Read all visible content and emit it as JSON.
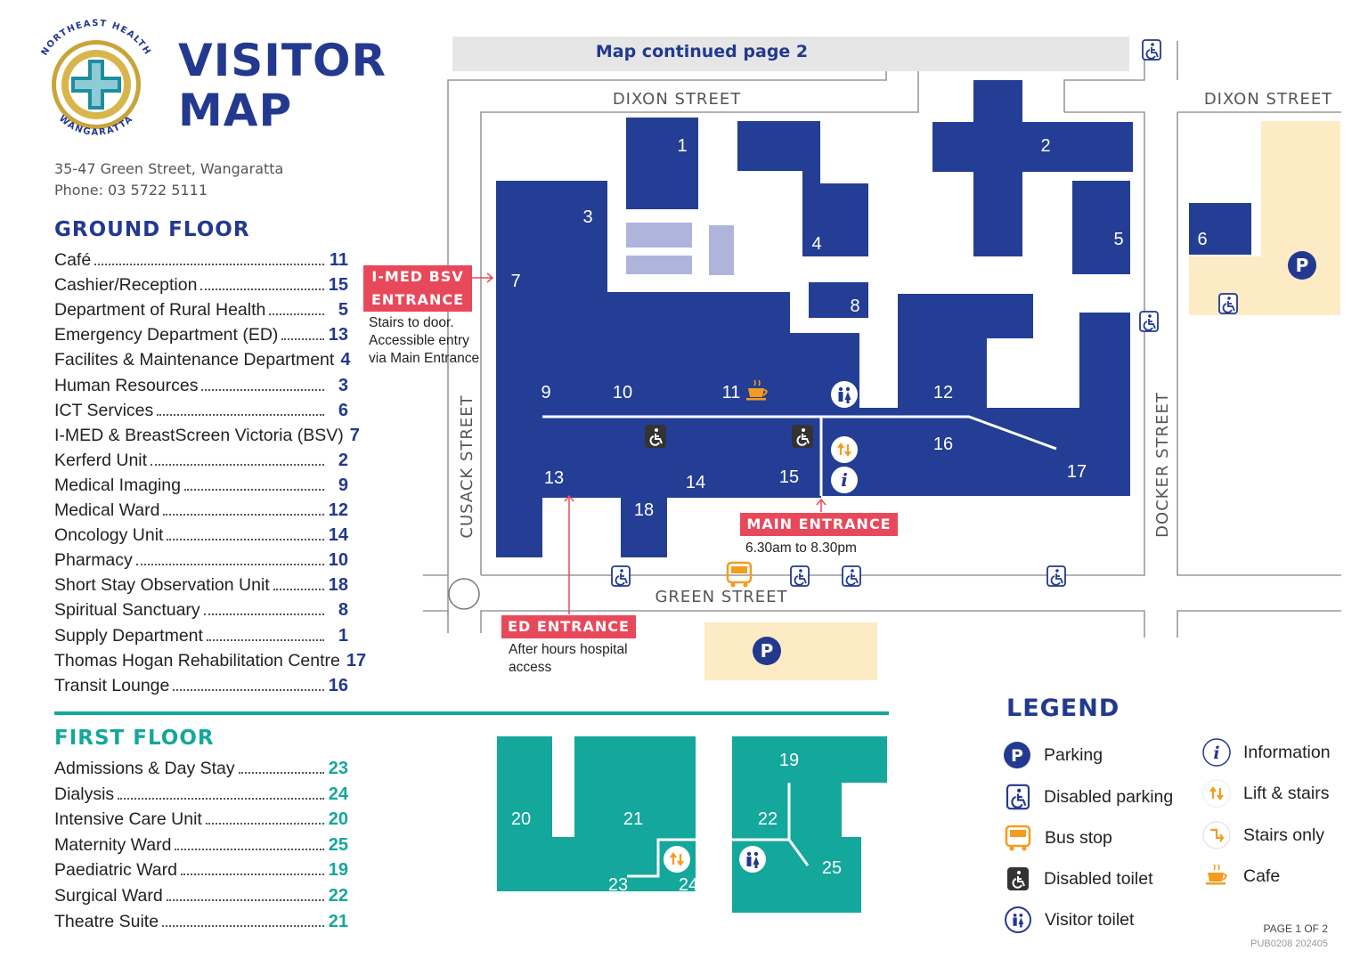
{
  "header": {
    "title_line1": "VISITOR",
    "title_line2": "MAP",
    "logo_text_top": "NORTHEAST HEALTH",
    "logo_text_bottom": "WANGARATTA",
    "address": "35-47 Green Street, Wangaratta",
    "phone": "Phone: 03 5722 5111"
  },
  "ground_floor": {
    "heading": "GROUND FLOOR",
    "items": [
      {
        "name": "Café",
        "number": "11"
      },
      {
        "name": "Cashier/Reception",
        "number": "15"
      },
      {
        "name": "Department of Rural Health",
        "number": "5"
      },
      {
        "name": "Emergency Department (ED)",
        "number": "13"
      },
      {
        "name": "Facilites & Maintenance Department",
        "number": "4"
      },
      {
        "name": "Human Resources",
        "number": "3"
      },
      {
        "name": "ICT Services",
        "number": "6"
      },
      {
        "name": "I-MED & BreastScreen Victoria (BSV)",
        "number": "7"
      },
      {
        "name": "Kerferd Unit",
        "number": "2"
      },
      {
        "name": "Medical Imaging",
        "number": "9"
      },
      {
        "name": "Medical Ward",
        "number": "12"
      },
      {
        "name": "Oncology Unit",
        "number": "14"
      },
      {
        "name": "Pharmacy",
        "number": "10"
      },
      {
        "name": "Short Stay Observation Unit",
        "number": "18"
      },
      {
        "name": "Spiritual Sanctuary",
        "number": "8"
      },
      {
        "name": "Supply Department",
        "number": "1"
      },
      {
        "name": "Thomas Hogan Rehabilitation Centre",
        "number": "17"
      },
      {
        "name": "Transit Lounge",
        "number": "16"
      }
    ]
  },
  "first_floor": {
    "heading": "FIRST FLOOR",
    "items": [
      {
        "name": "Admissions & Day Stay",
        "number": "23"
      },
      {
        "name": "Dialysis",
        "number": "24"
      },
      {
        "name": "Intensive Care Unit",
        "number": "20"
      },
      {
        "name": "Maternity Ward",
        "number": "25"
      },
      {
        "name": "Paediatric Ward",
        "number": "19"
      },
      {
        "name": "Surgical Ward",
        "number": "22"
      },
      {
        "name": "Theatre Suite",
        "number": "21"
      }
    ]
  },
  "map": {
    "continued": "Map continued page 2",
    "streets": {
      "dixon_left": "DIXON STREET",
      "dixon_right": "DIXON STREET",
      "cusack": "CUSACK STREET",
      "docker": "DOCKER STREET",
      "green": "GREEN STREET"
    },
    "building_numbers": [
      "1",
      "2",
      "3",
      "4",
      "5",
      "6",
      "7",
      "8",
      "9",
      "10",
      "11",
      "12",
      "13",
      "14",
      "15",
      "16",
      "17",
      "18"
    ],
    "first_floor_numbers": [
      "19",
      "20",
      "21",
      "22",
      "23",
      "24",
      "25"
    ],
    "imed_entrance": {
      "line1": "I-MED  BSV",
      "line2": "ENTRANCE",
      "note": [
        "Stairs to door.",
        "Accessible entry",
        "via Main Entrance"
      ]
    },
    "main_entrance": {
      "label": "MAIN ENTRANCE",
      "hours": "6.30am to 8.30pm"
    },
    "ed_entrance": {
      "label": "ED ENTRANCE",
      "note": [
        "After hours hospital",
        "access"
      ]
    }
  },
  "legend": {
    "title": "LEGEND",
    "items": [
      {
        "label": "Parking",
        "icon": "parking-icon"
      },
      {
        "label": "Disabled parking",
        "icon": "disabled-parking-icon"
      },
      {
        "label": "Bus stop",
        "icon": "bus-stop-icon"
      },
      {
        "label": "Disabled toilet",
        "icon": "disabled-toilet-icon"
      },
      {
        "label": "Visitor toilet",
        "icon": "visitor-toilet-icon"
      },
      {
        "label": "Information",
        "icon": "information-icon"
      },
      {
        "label": "Lift & stairs",
        "icon": "lift-stairs-icon"
      },
      {
        "label": "Stairs only",
        "icon": "stairs-only-icon"
      },
      {
        "label": "Cafe",
        "icon": "cafe-icon"
      }
    ]
  },
  "footer": {
    "page": "PAGE 1 OF 2",
    "code": "PUB0208 202405"
  },
  "colors": {
    "navy": "#22398f",
    "building": "#233e94",
    "teal": "#14a79b",
    "red": "#e8495a",
    "parking_area": "#fdebc5",
    "orange": "#f39c1f",
    "light_block": "#aeb4dc"
  }
}
